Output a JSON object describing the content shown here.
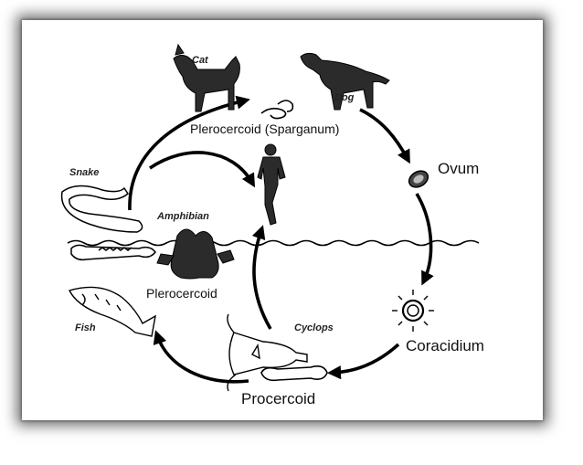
{
  "hosts": {
    "cat": "Cat",
    "dog": "Dog",
    "snake": "Snake",
    "amphibian": "Amphibian",
    "fish": "Fish",
    "cyclops": "Cyclops"
  },
  "stages": {
    "plerocercoid_sparganum": "Plerocercoid (Sparganum)",
    "ovum": "Ovum",
    "plerocercoid": "Plerocercoid",
    "coracidium": "Coracidium",
    "procercoid": "Procercoid"
  },
  "colors": {
    "ink": "#000000",
    "background": "#ffffff"
  }
}
